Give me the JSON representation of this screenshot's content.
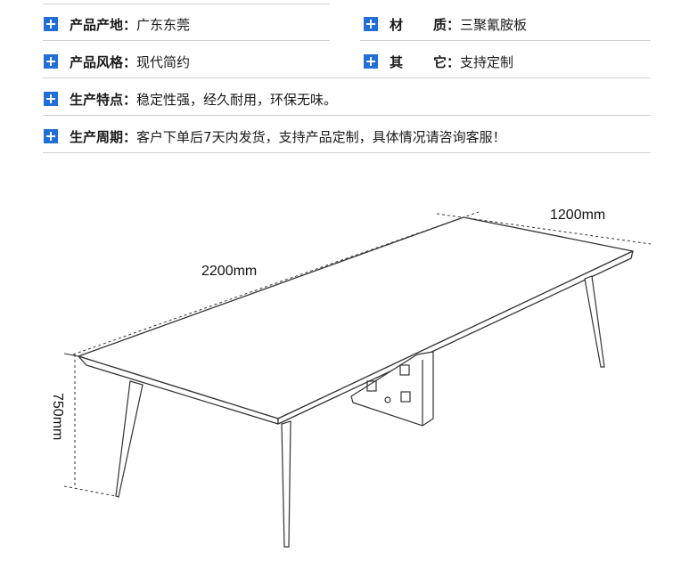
{
  "specs": {
    "origin": {
      "label": "产品产地",
      "value": "广东东莞"
    },
    "material": {
      "label_a": "材",
      "label_b": "质",
      "value": "三聚氰胺板"
    },
    "style": {
      "label": "产品风格",
      "value": "现代简约"
    },
    "other": {
      "label_a": "其",
      "label_b": "它",
      "value": "支持定制"
    },
    "feature": {
      "label": "生产特点",
      "value": "稳定性强，经久耐用，环保无味。"
    },
    "cycle": {
      "label": "生产周期",
      "value": "客户下单后7天内发货，支持产品定制，具体情况请咨询客服！"
    },
    "colon": "："
  },
  "dimensions": {
    "length": "2200mm",
    "width": "1200mm",
    "height": "750mm"
  },
  "colors": {
    "accent": "#1e6fd9"
  }
}
